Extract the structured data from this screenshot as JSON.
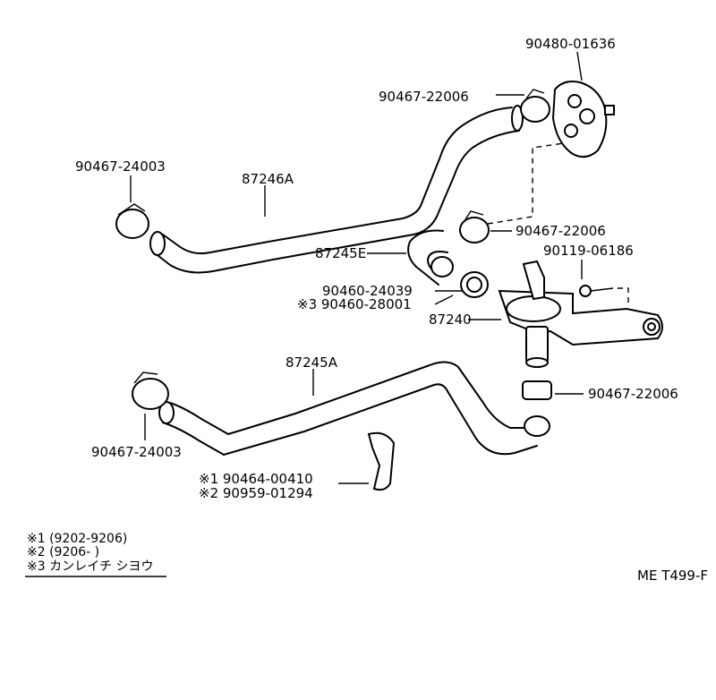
{
  "parts": {
    "p1": "90480-01636",
    "p2": "90467-22006",
    "p3": "90467-24003",
    "p4": "87246A",
    "p5": "90467-22006",
    "p6": "87245E",
    "p7": "90119-06186",
    "p8": "90460-24039",
    "p9": "※3  90460-28001",
    "p10": "87240",
    "p11": "87245A",
    "p12": "90467-22006",
    "p13": "90467-24003",
    "p14": "※1  90464-00410",
    "p15": "※2  90959-01294"
  },
  "notes": {
    "n1": "※1  (9202-9206)",
    "n2": "※2  (9206-       )",
    "n3": "※3  カンレイチ  シヨウ"
  },
  "code": "ME T499-F"
}
